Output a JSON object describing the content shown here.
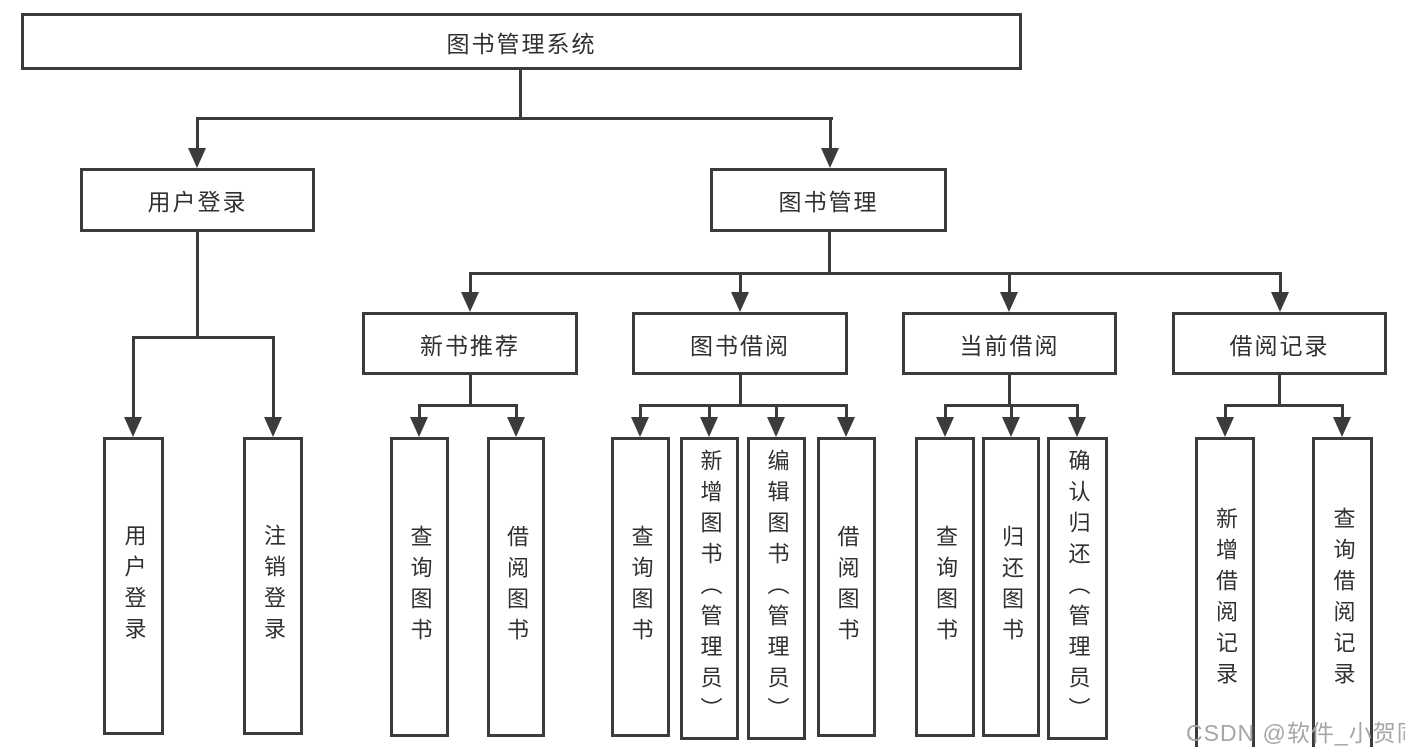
{
  "diagram": {
    "title": "图书管理系统",
    "branches": {
      "user_login": {
        "label": "用户登录",
        "children": [
          "用户登录",
          "注销登录"
        ]
      },
      "book_management": {
        "label": "图书管理",
        "sections": [
          {
            "label": "新书推荐",
            "children": [
              "查询图书",
              "借阅图书"
            ]
          },
          {
            "label": "图书借阅",
            "children": [
              "查询图书",
              "新增图书（管理员）",
              "编辑图书（管理员）",
              "借阅图书"
            ]
          },
          {
            "label": "当前借阅",
            "children": [
              "查询图书",
              "归还图书",
              "确认归还（管理员）"
            ]
          },
          {
            "label": "借阅记录",
            "children": [
              "新增借阅记录",
              "查询借阅记录"
            ]
          }
        ]
      }
    },
    "watermark": "CSDN @软件_小贺同学",
    "colors": {
      "line": "#3b3b3b",
      "text": "#303030",
      "watermark": "#a6a6a6",
      "background": "#ffffff"
    }
  }
}
